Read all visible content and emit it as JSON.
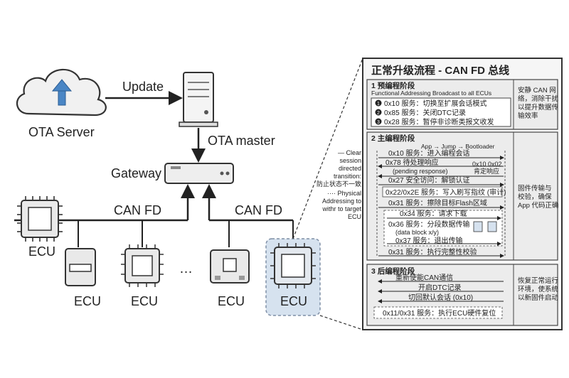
{
  "left": {
    "cloud_label": "OTA Server",
    "update_label": "Update",
    "master_label": "OTA master",
    "gateway_label": "Gateway",
    "canfd_left": "CAN FD",
    "canfd_right": "CAN FD",
    "ecu_labels": [
      "ECU",
      "ECU",
      "ECU",
      "ECU",
      "ECU"
    ],
    "ellipsis": "…"
  },
  "annotations": {
    "clear_lines": [
      "— Clear",
      "session",
      "directed",
      "transition:",
      "防止状态不一致"
    ],
    "physical_lines": [
      "···· Physical",
      "Addressing to",
      "withr to target",
      "ECU"
    ]
  },
  "panel": {
    "title": "正常升级流程 - CAN FD 总线",
    "s1": {
      "title": "1 预编程阶段",
      "subtitle": "Functional Addressing Broadcast to all ECUs",
      "items": [
        {
          "num": "1",
          "text": "0x10 服务：切换至扩展会话模式"
        },
        {
          "num": "2",
          "text": "0x85 服务：关闭DTC记录"
        },
        {
          "num": "3",
          "text": "0x28 服务：暂停非诊断类报文收发"
        }
      ],
      "side": [
        "安静 CAN 网",
        "络，消除干扰",
        "以提升数据传",
        "输效率"
      ]
    },
    "s2": {
      "title": "2 主编程阶段",
      "subtitle": "App → Jump → Bootloader",
      "rows": [
        "0x10 服务：进入编程会话",
        "0x78 待处理响应",
        "(pending response)",
        "0x10 0x02",
        "肯定响应",
        "0x27 安全访问：解锁认证",
        "0x22/0x2E 服务：写入刷写指纹 (审计)",
        "0x31 服务：擦除目标Flash区域",
        "0x34 服务：请求下载",
        "0x36 服务：分段数据传输",
        "(data block x/y)",
        "0x37 服务：退出传输",
        "0x31 服务：执行完整性校验"
      ],
      "side": [
        "固件传输与",
        "校验，确保",
        "App 代码正确"
      ]
    },
    "s3": {
      "title": "3 后编程阶段",
      "rows": [
        "重新使能CAN通信",
        "开启DTC记录",
        "切回默认会话 (0x10)",
        "0x11/0x31 服务：执行ECU硬件复位"
      ],
      "side": [
        "恢复正常运行",
        "环境，使系统",
        "以新固件启动"
      ]
    }
  }
}
